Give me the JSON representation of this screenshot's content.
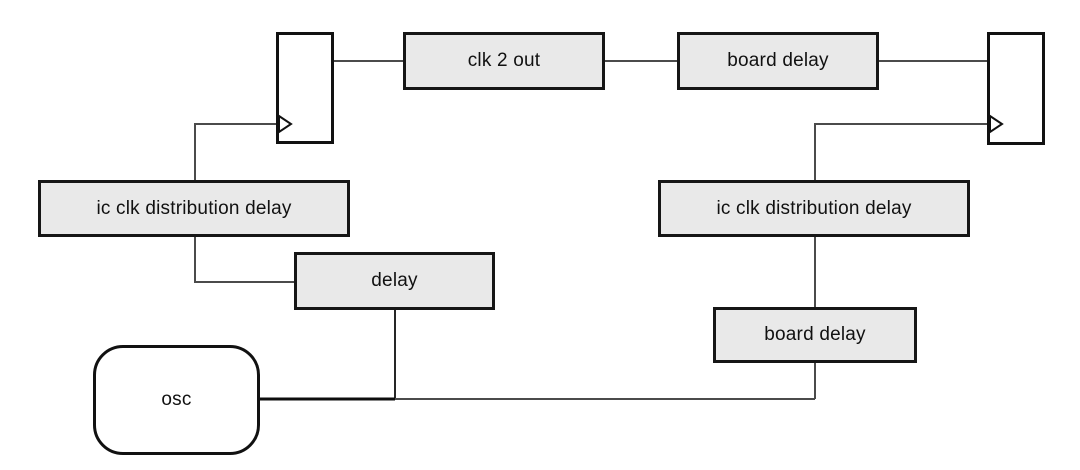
{
  "diagram": {
    "kind": "clock-distribution-block-diagram",
    "background": "#ffffff",
    "colors": {
      "box_fill": "#e9e9e9",
      "box_border": "#161616",
      "flipflop_fill": "#ffffff",
      "wire": "#4b4b4b",
      "wire_dark": "#0d0d0d",
      "text": "#111111"
    },
    "nodes": {
      "flipflop_left": {
        "label": "",
        "type": "flipflop",
        "clock_input": true
      },
      "clk_2_out": {
        "label": "clk 2 out",
        "type": "box"
      },
      "board_delay_top": {
        "label": "board delay",
        "type": "box"
      },
      "flipflop_right": {
        "label": "",
        "type": "flipflop",
        "clock_input": true
      },
      "ic_clk_left": {
        "label": "ic clk distribution delay",
        "type": "box"
      },
      "ic_clk_right": {
        "label": "ic clk distribution delay",
        "type": "box"
      },
      "delay": {
        "label": "delay",
        "type": "box"
      },
      "board_delay_bottom": {
        "label": "board delay",
        "type": "box"
      },
      "osc": {
        "label": "osc",
        "type": "rounded"
      }
    },
    "edges": [
      {
        "from": "flipflop_left",
        "to": "clk_2_out"
      },
      {
        "from": "clk_2_out",
        "to": "board_delay_top"
      },
      {
        "from": "board_delay_top",
        "to": "flipflop_right"
      },
      {
        "from": "ic_clk_left",
        "to": "flipflop_left_clock"
      },
      {
        "from": "delay",
        "to": "ic_clk_left"
      },
      {
        "from": "osc",
        "to": "delay"
      },
      {
        "from": "osc",
        "to": "board_delay_bottom"
      },
      {
        "from": "board_delay_bottom",
        "to": "ic_clk_right"
      },
      {
        "from": "ic_clk_right",
        "to": "flipflop_right_clock"
      }
    ]
  }
}
